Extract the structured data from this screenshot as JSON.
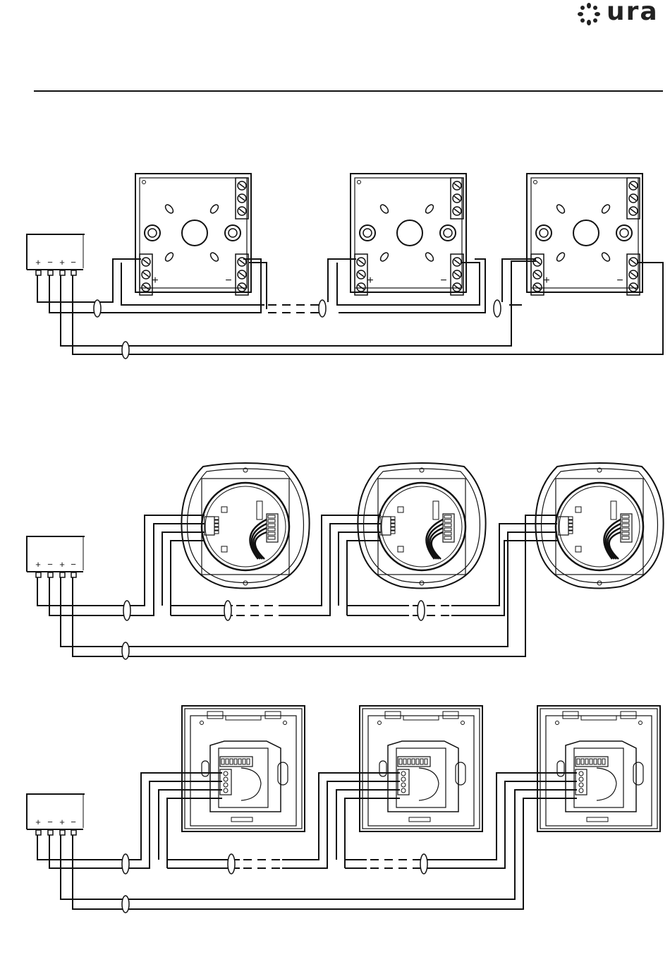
{
  "brand": {
    "name": "ura",
    "icon": "sun-dots-icon"
  },
  "colors": {
    "line": "#111111",
    "background": "#ffffff"
  },
  "psu_terminals": [
    "+",
    "−",
    "+",
    "−"
  ],
  "terminal_polarity": {
    "positive": "+",
    "negative": "−"
  },
  "rows": [
    {
      "device": "square-base",
      "count": 3
    },
    {
      "device": "round-detector",
      "count": 3
    },
    {
      "device": "square-switch",
      "count": 3
    }
  ]
}
